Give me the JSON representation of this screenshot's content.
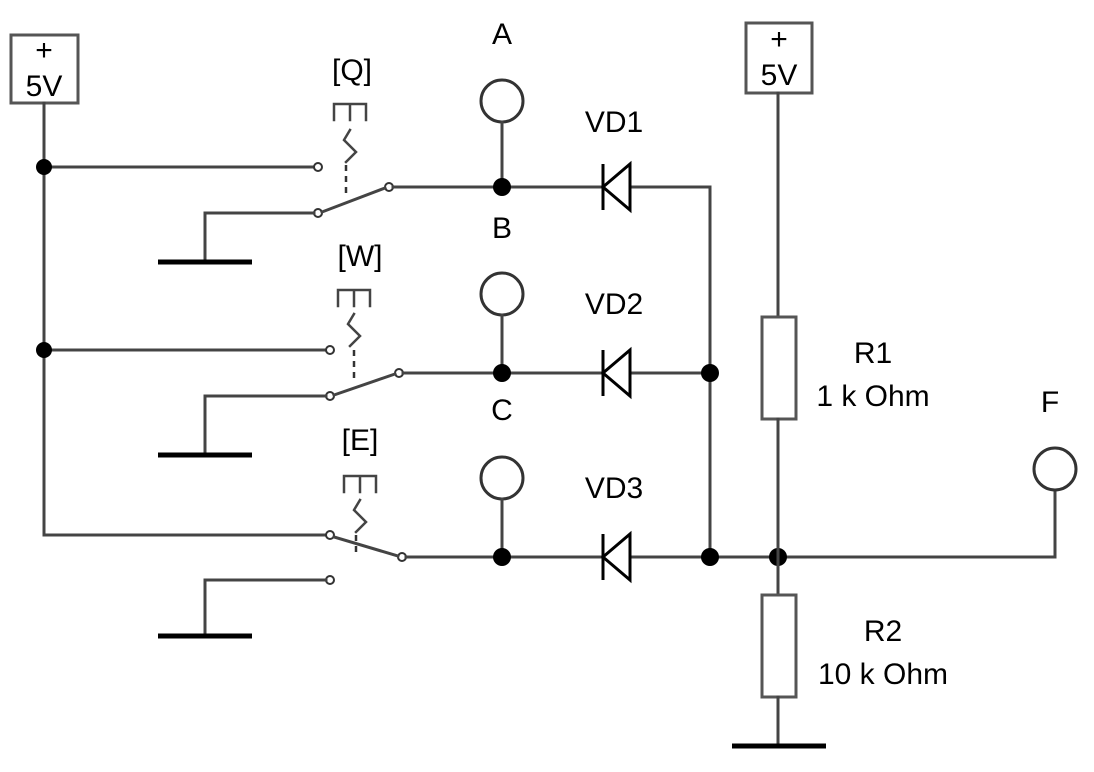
{
  "supplies": {
    "left": {
      "plus": "+",
      "value": "5V"
    },
    "right": {
      "plus": "+",
      "value": "5V"
    }
  },
  "switches": [
    {
      "key": "[Q]"
    },
    {
      "key": "[W]"
    },
    {
      "key": "[E]"
    }
  ],
  "inputs": [
    {
      "label": "A",
      "state": "off"
    },
    {
      "label": "B",
      "state": "off"
    },
    {
      "label": "C",
      "state": "on"
    }
  ],
  "diodes": [
    "VD1",
    "VD2",
    "VD3"
  ],
  "resistors": [
    {
      "name": "R1",
      "value": "1 k Ohm"
    },
    {
      "name": "R2",
      "value": "10 k Ohm"
    }
  ],
  "output": {
    "label": "F"
  },
  "colors": {
    "probe_on": "#f08080",
    "probe_off": "#ffffff",
    "wire": "#444444"
  }
}
